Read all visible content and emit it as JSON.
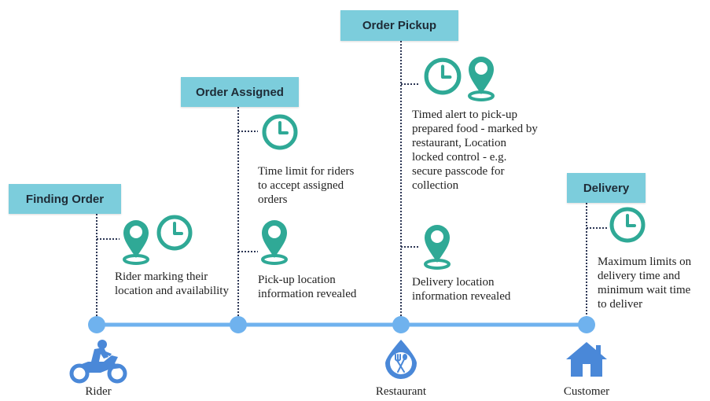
{
  "colors": {
    "label_bg": "#7ccddc",
    "timeline": "#6fb2ee",
    "dotted_line": "#2c3654",
    "icon_teal": "#2fa996",
    "icon_blue": "#4a88d8"
  },
  "stages": [
    {
      "label": "Finding Order",
      "descriptions": [
        "Rider marking their location and availability"
      ],
      "icons": [
        "location-pin-icon",
        "clock-icon"
      ]
    },
    {
      "label": "Order Assigned",
      "descriptions": [
        "Time limit for riders to accept assigned orders",
        "Pick-up location information revealed"
      ],
      "icons": [
        "clock-icon",
        "location-pin-icon"
      ]
    },
    {
      "label": "Order Pickup",
      "descriptions": [
        "Timed alert to pick-up prepared food - marked by restaurant, Location locked control - e.g. secure passcode for collection",
        "Delivery location information revealed"
      ],
      "icons": [
        "clock-icon",
        "location-pin-icon",
        "location-pin-icon"
      ]
    },
    {
      "label": "Delivery",
      "descriptions": [
        "Maximum limits on delivery time and minimum wait time to deliver"
      ],
      "icons": [
        "clock-icon"
      ]
    }
  ],
  "endpoints": [
    {
      "label": "Rider",
      "icon": "motorcycle-rider-icon"
    },
    {
      "label": "Restaurant",
      "icon": "restaurant-utensils-icon"
    },
    {
      "label": "Customer",
      "icon": "house-icon"
    }
  ]
}
